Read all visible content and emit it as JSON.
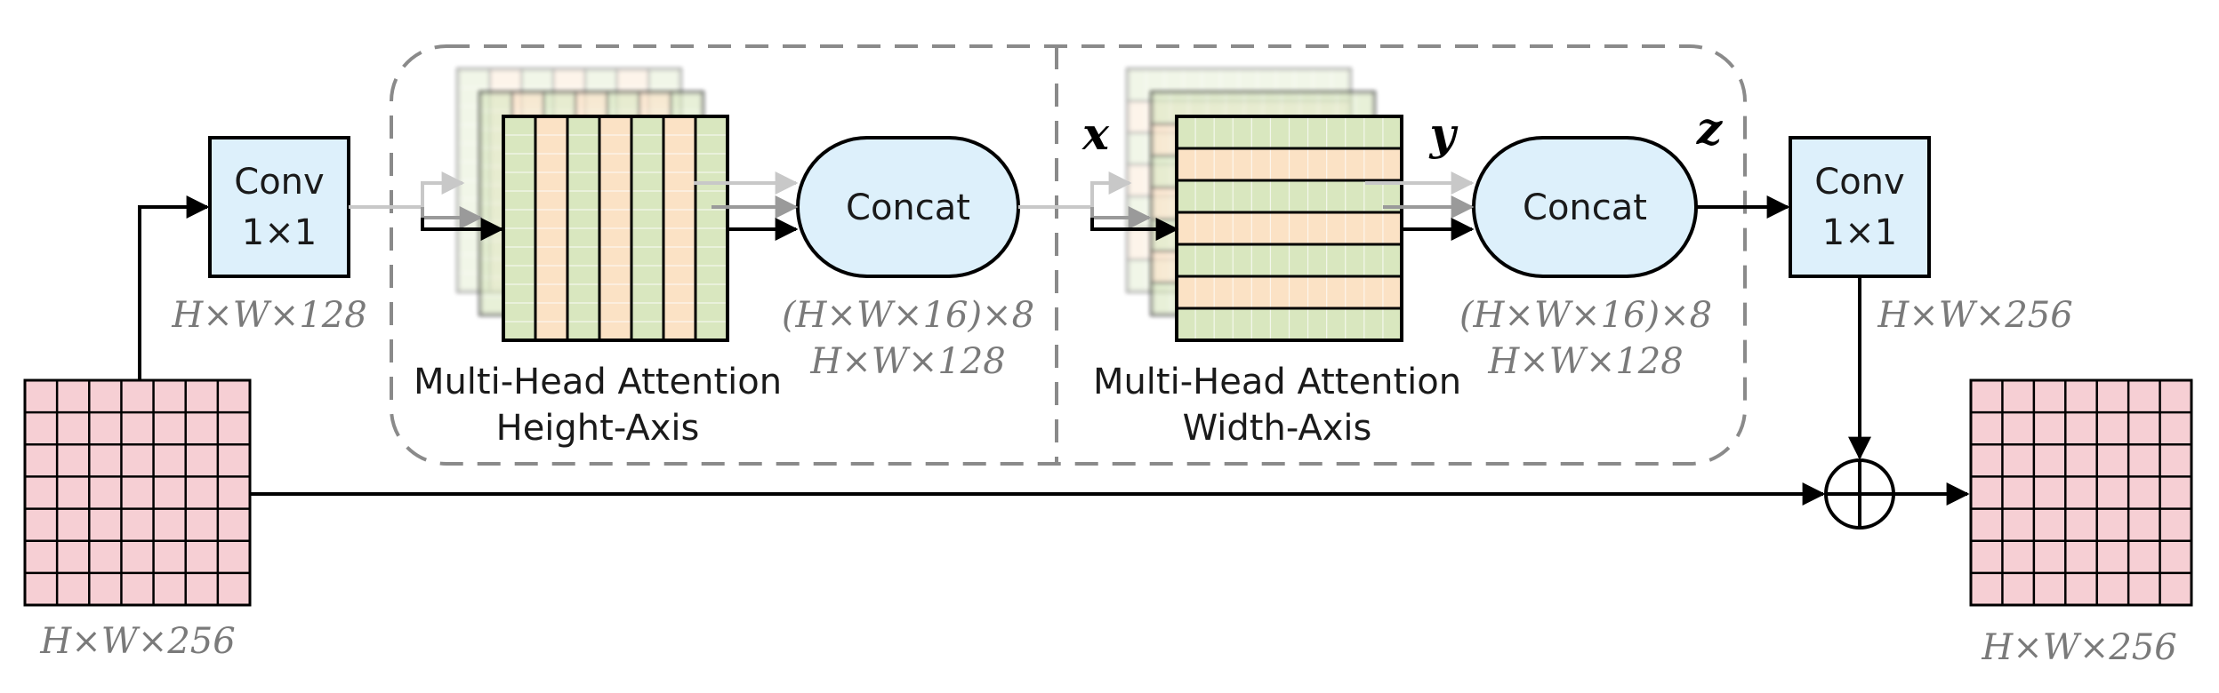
{
  "blocks": {
    "conv_label": "Conv",
    "conv_kernel": "1×1",
    "concat_label": "Concat"
  },
  "height_axis": {
    "title": "Multi-Head Attention",
    "subtitle": "Height-Axis"
  },
  "width_axis": {
    "title": "Multi-Head Attention",
    "subtitle": "Width-Axis"
  },
  "dims": {
    "input": "H×W×256",
    "after_conv1": "H×W×128",
    "heads": "(H×W×16)×8",
    "concat_out": "H×W×128",
    "after_conv2": "H×W×256",
    "output": "H×W×256"
  },
  "vars": {
    "x": "x",
    "y": "y",
    "z": "z"
  },
  "colors": {
    "feature_map": "#f6cfd4",
    "conv_fill": "#ddf0fb",
    "stripe_green": "#d9e7bf",
    "stripe_orange": "#fbe2c5",
    "dash": "#8a8a8a"
  }
}
